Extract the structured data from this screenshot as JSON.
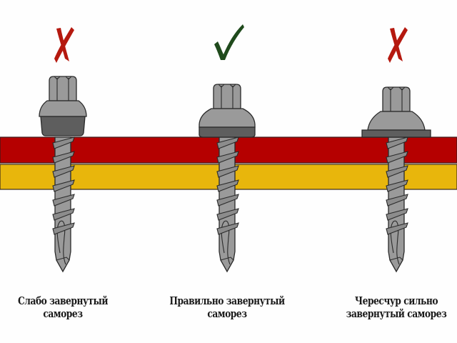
{
  "colors": {
    "red_layer": "#b50000",
    "yellow_layer": "#e8b60c",
    "metal": "#9a9a9a",
    "metal_dark": "#5e5e5e",
    "wrong_mark": "#b5190f",
    "right_mark": "#1f4a1c"
  },
  "screws": [
    {
      "id": "under",
      "mark": "wrong",
      "mark_icon": "cross-icon",
      "caption_line1": "Слабо завернутый",
      "caption_line2": "саморез"
    },
    {
      "id": "correct",
      "mark": "right",
      "mark_icon": "check-icon",
      "caption_line1": "Правильно завернутый",
      "caption_line2": "саморез"
    },
    {
      "id": "over",
      "mark": "wrong",
      "mark_icon": "cross-icon",
      "caption_line1": "Чересчур сильно",
      "caption_line2": "завернутый саморез"
    }
  ]
}
